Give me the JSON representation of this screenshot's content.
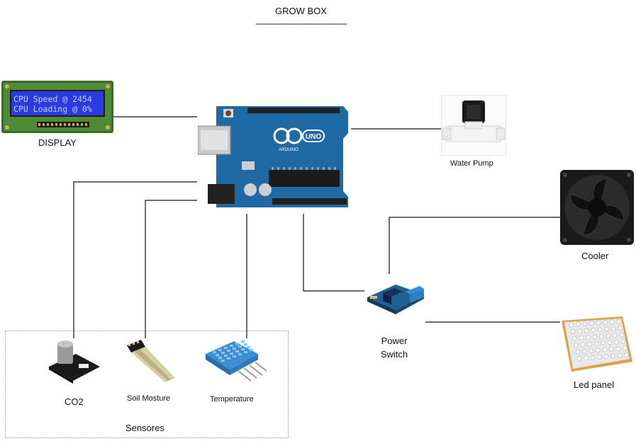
{
  "diagram": {
    "title": "GROW BOX",
    "title_underline": "-------------------------------------------",
    "components": {
      "display": {
        "label": "DISPLAY",
        "lcd_line1": "CPU Speed @ 2454",
        "lcd_line2": "CPU Loading @ 0%"
      },
      "controller": {
        "label": "",
        "board_text": "UNO",
        "board_brand": "ARDUINO"
      },
      "water_pump": {
        "label": "Water Pump"
      },
      "cooler": {
        "label": "Cooler"
      },
      "power_switch": {
        "label": "Power Switch"
      },
      "led_panel": {
        "label": "Led panel"
      },
      "co2": {
        "label": "CO2"
      },
      "soil": {
        "label": "Soil Mosture"
      },
      "temperature": {
        "label": "Temperature"
      }
    },
    "sensor_group": {
      "label": "Sensores"
    }
  },
  "colors": {
    "board": "#1f6aa5",
    "lcd": "#2a3be0",
    "lcd_text": "#c8d4ff",
    "wire": "#111111",
    "fan": "#1a1a1a",
    "led_frame": "#d9a24b",
    "sensor_blue": "#3b8fd6",
    "relay_blue": "#2f7fbf"
  }
}
